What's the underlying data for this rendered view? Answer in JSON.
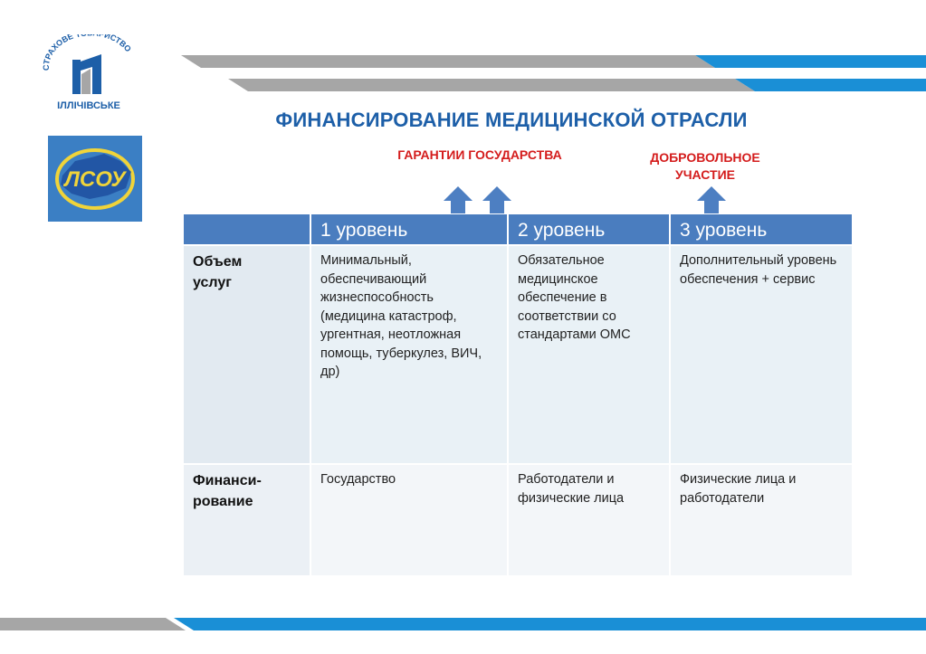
{
  "logos": {
    "top": {
      "arc_text": "СТРАХОВЕ ТОВАРИСТВО",
      "name": "ІЛЛІЧІВСЬКЕ",
      "icon": "company-logo-icon"
    },
    "lsou": {
      "text": "ЛСОУ",
      "icon": "lsou-logo-icon"
    }
  },
  "title": "ФИНАНСИРОВАНИЕ МЕДИЦИНСКОЙ ОТРАСЛИ",
  "labels": {
    "guarantees": "ГАРАНТИИ ГОСУДАРСТВА",
    "voluntary_1": "ДОБРОВОЛЬНОЕ",
    "voluntary_2": "УЧАСТИЕ"
  },
  "table": {
    "headers": [
      "",
      "1 уровень",
      "2 уровень",
      "3 уровень"
    ],
    "rows": [
      {
        "label_1": "Объем",
        "label_2": "услуг",
        "cells": [
          "Минимальный, обеспечивающий жизнеспособность (медицина катастроф, ургентная, неотложная помощь, туберкулез, ВИЧ, др)",
          "Обязательное медицинское обеспечение в соответствии со стандартами ОМС",
          "Дополнительный уровень обеспечения + сервис"
        ]
      },
      {
        "label_1": "Финанси-",
        "label_2": "рование",
        "cells": [
          "Государство",
          "Работодатели и физические лица",
          "Физические лица и работодатели"
        ]
      }
    ]
  },
  "colors": {
    "brand_blue": "#1d5fa8",
    "stripe_blue": "#1a8fd6",
    "stripe_gray": "#a8a8a8",
    "accent_red": "#d41c1c",
    "header_blue": "#4a7dbf"
  }
}
